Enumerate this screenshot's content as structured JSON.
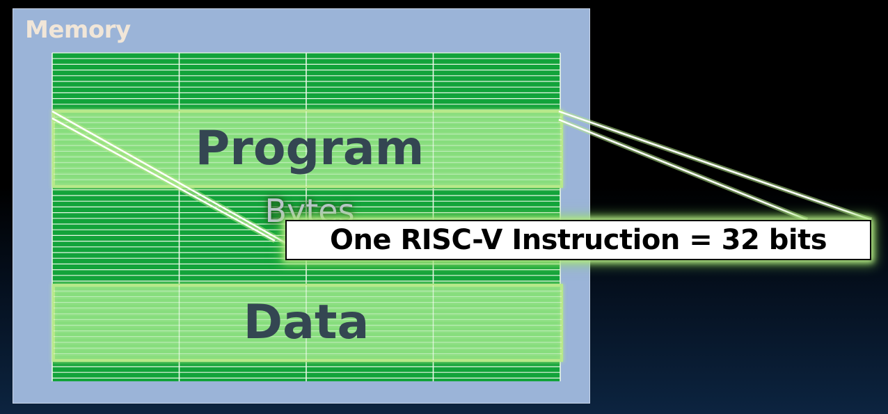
{
  "memory": {
    "title": "Memory",
    "panel_color": "#9bb4d8",
    "title_color": "#f1e6d8"
  },
  "grid": {
    "columns": 4,
    "byte_row_color": "#12a33a",
    "highlight_color": "#8fe082",
    "glow_color": "#b7e98a"
  },
  "regions": {
    "program_label": "Program",
    "data_label": "Data",
    "bytes_label": "Bytes"
  },
  "callout": {
    "text": "One RISC-V Instruction = 32 bits"
  }
}
